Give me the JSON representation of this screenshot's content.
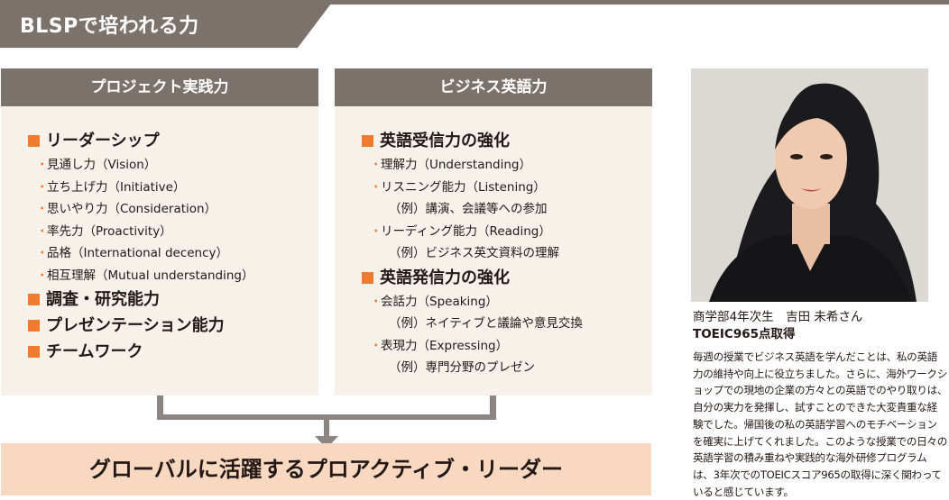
{
  "header": {
    "title": "BLSPで培われる力"
  },
  "columns": {
    "left": {
      "title": "プロジェクト実践力",
      "sections": [
        {
          "label": "リーダーシップ",
          "items": [
            "見通し力（Vision）",
            "立ち上げ力（Initiative）",
            "思いやり力（Consideration）",
            "率先力（Proactivity）",
            "品格（International decency）",
            "相互理解（Mutual understanding）"
          ]
        },
        {
          "label": "調査・研究能力",
          "items": []
        },
        {
          "label": "プレゼンテーション能力",
          "items": []
        },
        {
          "label": "チームワーク",
          "items": []
        }
      ]
    },
    "right": {
      "title": "ビジネス英語力",
      "sections": [
        {
          "label": " 英語受信力の強化",
          "items": [
            {
              "text": "理解力（Understanding）",
              "example": ""
            },
            {
              "text": "リスニング能力（Listening）",
              "example": "（例）講演、会議等への参加"
            },
            {
              "text": "リーディング能力（Reading）",
              "example": "（例）ビジネス英文資料の理解"
            }
          ]
        },
        {
          "label": "英語発信力の強化",
          "items": [
            {
              "text": "会話力（Speaking）",
              "example": "（例）ネイティブと議論や意見交換"
            },
            {
              "text": "表現力（Expressing）",
              "example": "（例）専門分野のプレゼン"
            }
          ]
        }
      ]
    }
  },
  "result": {
    "text": "グローバルに活躍するプロアクティブ・リーダー"
  },
  "profile": {
    "name": "商学部4年次生　吉田 未希さん",
    "score": "TOEIC965点取得",
    "lines": [
      "毎週の授業でビジネス英語を学んだことは、私の英語",
      "力の維持や向上に役立ちました。さらに、海外ワークシ",
      "ョップでの現地の企業の方々との英語でのやり取りは、",
      "自分の実力を発揮し、試すことのできた大変貴重な経",
      "験でした。帰国後の私の英語学習へのモチベーション",
      "を確実に上げてくれました。このような授業での日々の",
      "英語学習の積み重ねや実践的な海外研修プログラム",
      "は、3年次でのTOEICスコア965の取得に深く関わって",
      "いると感じています。"
    ]
  },
  "colors": {
    "header": "#7b726c",
    "panel": "#f6f2ea",
    "accent": "#ee7b2e",
    "result": "#f8d8c0"
  }
}
